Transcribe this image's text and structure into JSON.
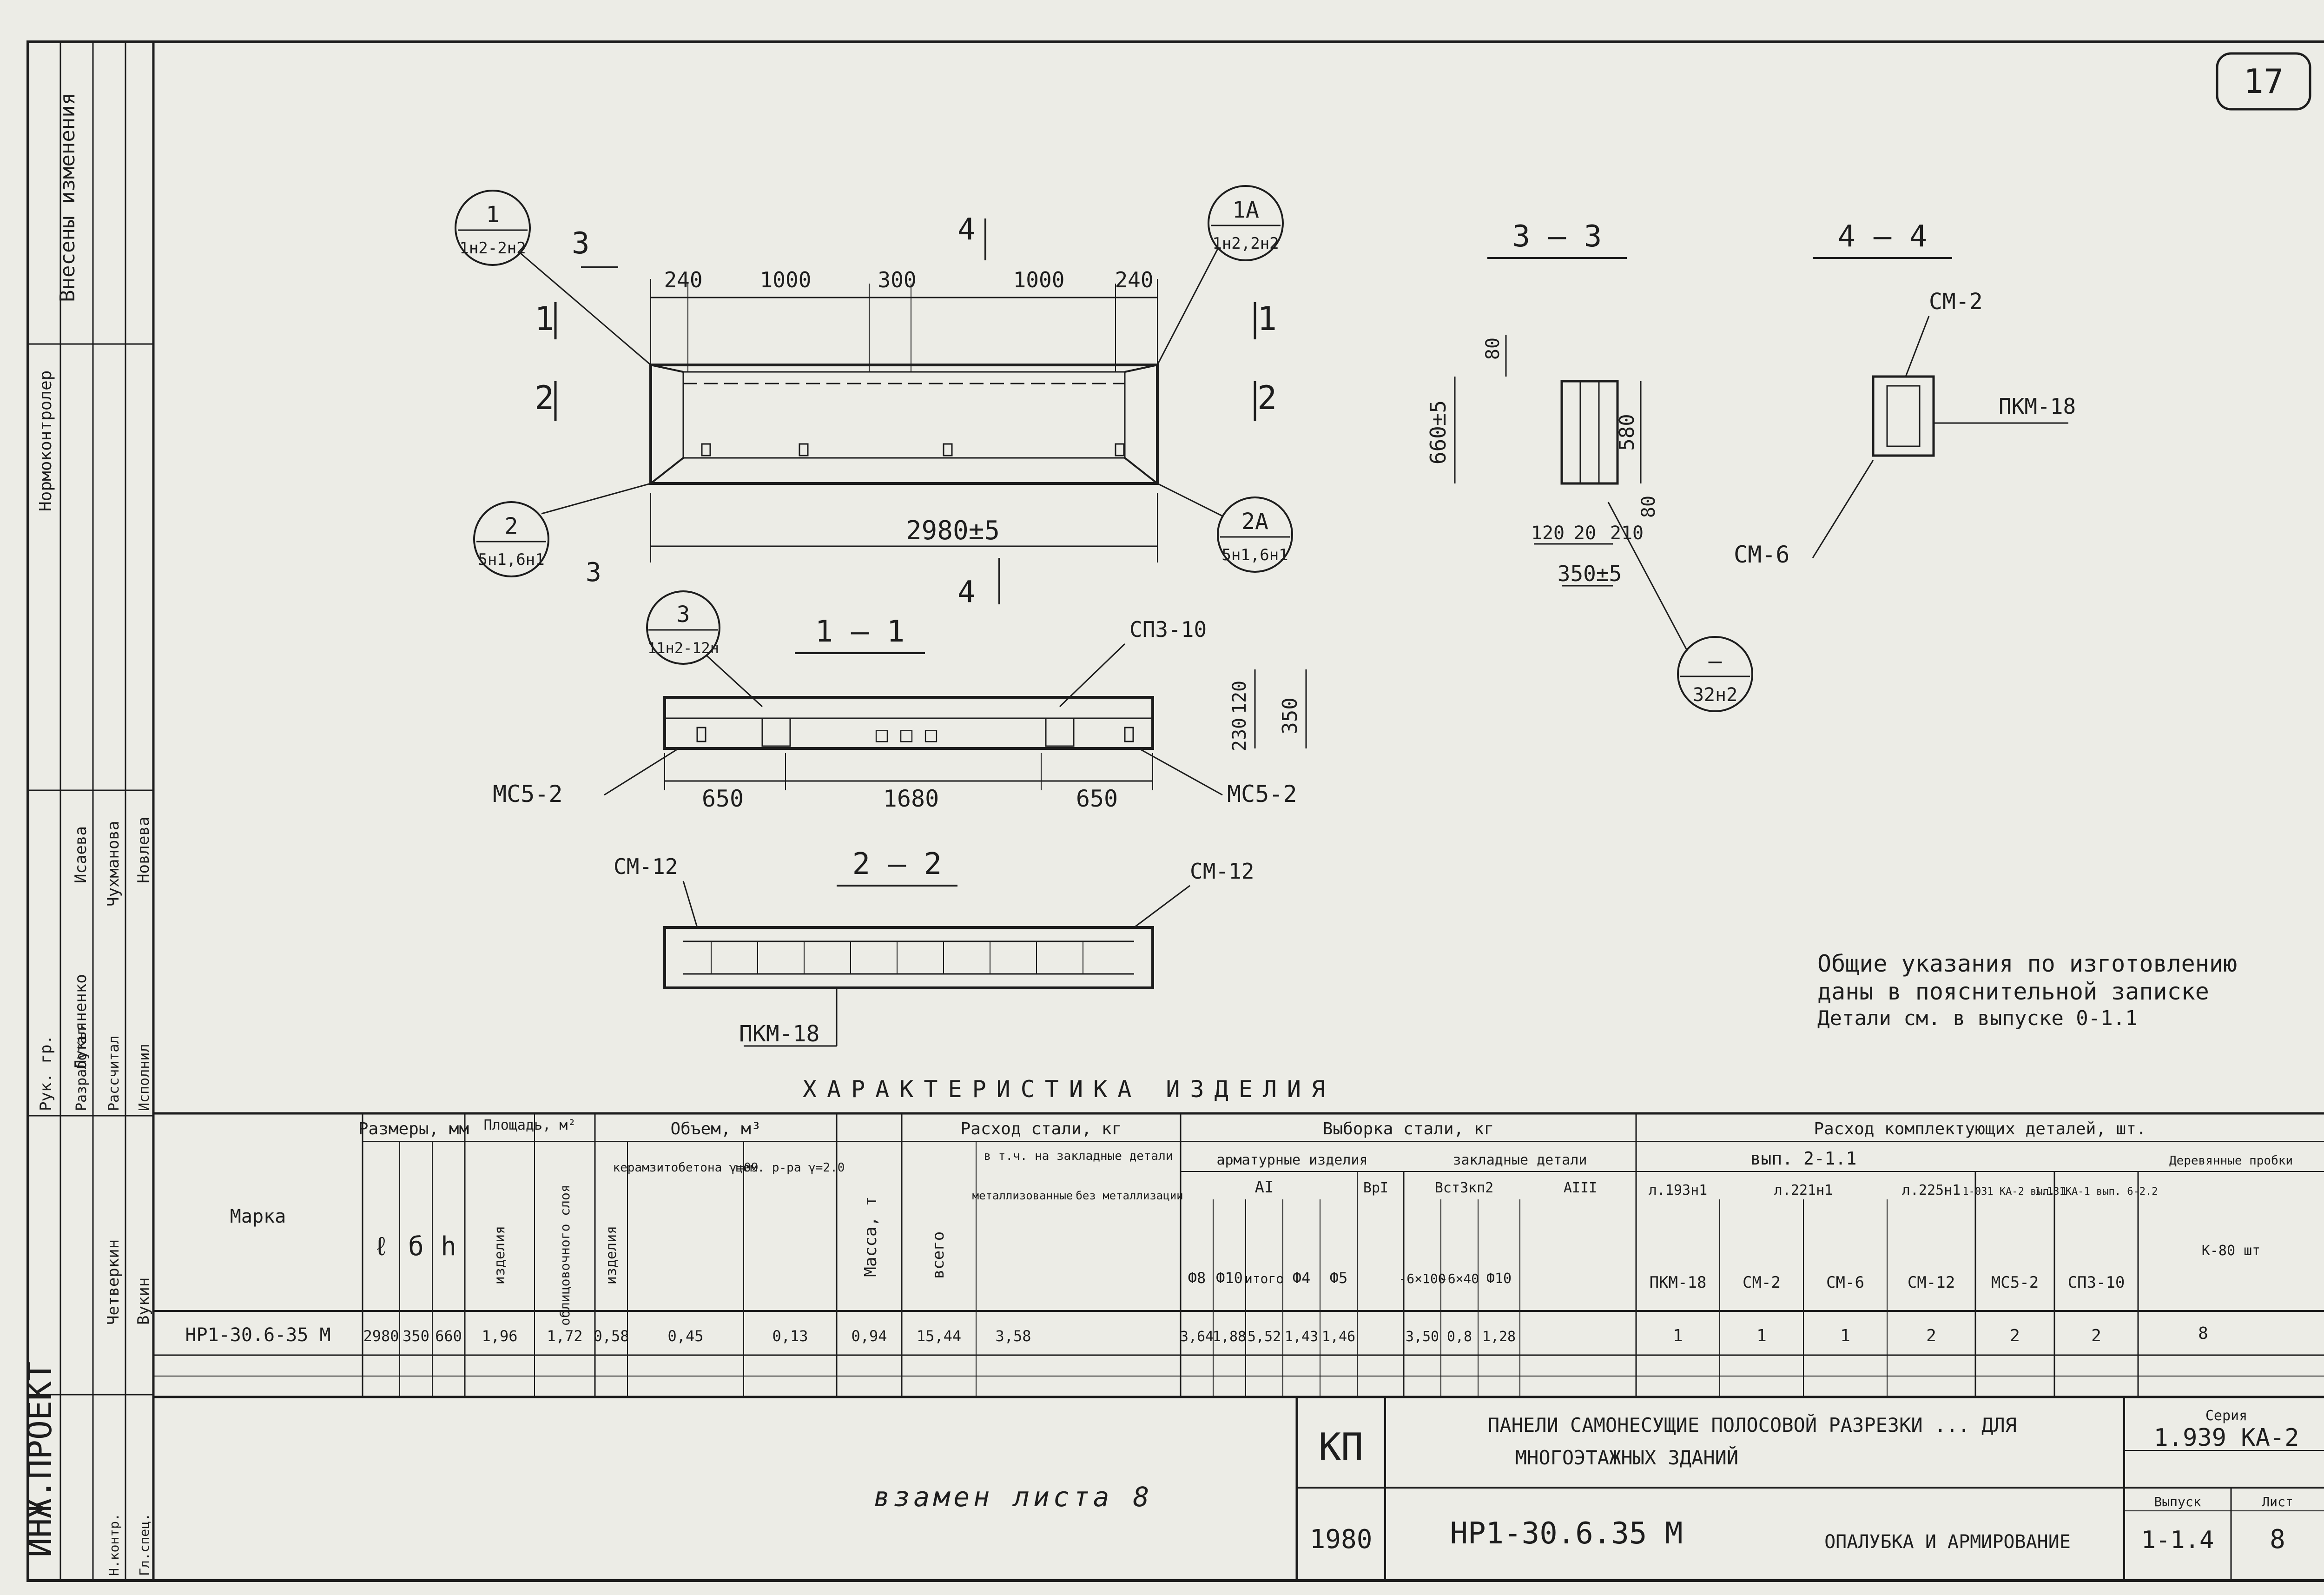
{
  "sheet_number": "17",
  "stamp": "КП",
  "year": "1980",
  "series_label": "Серия",
  "series": "1.939 КА-2",
  "issue_label": "Выпуск",
  "issue": "1-1.4",
  "sheet_label": "Лист",
  "sheet_value": "8",
  "title_line1": "ПАНЕЛИ САМОНЕСУЩИЕ ПОЛОСОВОЙ РАЗРЕЗКИ ... ДЛЯ",
  "title_line2": "МНОГОЭТАЖНЫХ ЗДАНИЙ",
  "mark": "НР1-30.6.35 М",
  "drawing_name": "ОПАЛУБКА И АРМИРОВАНИЕ",
  "replacement_note": "взамен листа 8",
  "general_note": [
    "Общие указания по изготовлению",
    "даны в пояснительной записке",
    "Детали см. в выпуске 0-1.1"
  ],
  "drawing": {
    "section_3": "3",
    "section_4": "4",
    "section_1": "1",
    "section_2": "2",
    "section_11": "1 — 1",
    "section_22": "2 — 2",
    "section_33": "3 — 3",
    "section_44": "4 — 4",
    "dims_top": [
      "240",
      "1000",
      "300",
      "1000",
      "240"
    ],
    "dim_length": "2980±5",
    "dims_plan": [
      "650",
      "1680",
      "650"
    ],
    "dim_h_total": "350",
    "dim_h_a": "120",
    "dim_h_b": "230",
    "dim_660": "660±5",
    "dim_80a": "80",
    "dim_580": "580",
    "dim_80b": "80",
    "dim_120": "120",
    "dim_20": "20",
    "dim_210": "210",
    "dim_350": "350±5",
    "callouts": [
      {
        "top": "1",
        "bottom": "1н2-2н2"
      },
      {
        "top": "1А",
        "bottom": "1н2,2н2"
      },
      {
        "top": "2",
        "bottom": "5н1,6н1"
      },
      {
        "top": "2А",
        "bottom": "5н1,6н1"
      },
      {
        "top": "3",
        "bottom": "11н2-12н"
      },
      {
        "top": "—",
        "bottom": "32н2"
      }
    ],
    "labels": {
      "sp3": "СП3-10",
      "mc5_left": "МС5-2",
      "mc5_right": "МС5-2",
      "cm12_left": "СМ-12",
      "cm12_right": "СМ-12",
      "pkm_bottom": "ПКМ-18",
      "cm2": "СМ-2",
      "pkm_right": "ПКМ-18",
      "cm6": "СМ-6"
    }
  },
  "left_stamp": {
    "org_label": "ИНЖ.ПРОЕКТ",
    "heading": "Внесены изменения",
    "role_labels": [
      "Нормоконтролер",
      "Рук. гр.",
      "Разработал",
      "Рассчитал",
      "Исполнил",
      "Н.контр.",
      "Гл.спец."
    ],
    "names": [
      "Исаева",
      "Чухманова",
      "Новлева",
      "Лукьяненко",
      "Четверкин",
      "Вукин"
    ]
  },
  "table": {
    "title": "ХАРАКТЕРИСТИКА ИЗДЕЛИЯ",
    "mark_header": "Марка",
    "dimensions_header": "Размеры, мм",
    "dim_cols": [
      "ℓ",
      "б",
      "h"
    ],
    "area_header": "Площадь, м²",
    "area_cols": [
      "изделия",
      "облицовочного слоя"
    ],
    "volume_header": "Объем, м³",
    "volume_cols": [
      "изделия",
      "керамзитобетона γ=09",
      "γ=",
      "цем. р-ра γ=2.0"
    ],
    "mass_header": "Масса, т",
    "steel_header": "Расход стали, кг",
    "steel_cols": [
      "всего",
      "в т.ч. на закладные детали",
      "металлизованные",
      "без металлизации"
    ],
    "selection_header": "Выборка стали, кг",
    "rebar_header": "арматурные изделия",
    "rebar_class_a1": "АI",
    "rebar_class_v1": "ВрI",
    "rebar_cols": [
      "Ф8",
      "Ф10",
      "итого",
      "Ф4",
      "Ф5"
    ],
    "embed_header": "закладные детали",
    "embed_cols": [
      "Вст3кп2",
      "АIII"
    ],
    "embed_subcols": [
      "-6×100",
      "-6×40",
      "Ф10"
    ],
    "parts_header": "Расход комплектующих деталей, шт.",
    "parts_issue": "вып. 2-1.1",
    "parts_sheets": [
      "л.193н1",
      "л.221н1",
      "л.225н1"
    ],
    "parts_cols": [
      "ПКМ-18",
      "СМ-2",
      "СМ-6",
      "СМ-12",
      "МС5-2",
      "СП3-10"
    ],
    "parts_series": [
      "1-031 КА-2 вып. 1",
      "1.131КА-1 вып. 6-2.2"
    ],
    "wood_header": "Деревянные пробки",
    "wood_sub": "К-80 шт",
    "row": {
      "mark": "НР1-30.6-35 М",
      "l": "2980",
      "b": "350",
      "h": "660",
      "area_product": "1,96",
      "area_facing": "1,72",
      "vol_product": "0,58",
      "vol_keramzit": "0,45",
      "vol_mortar": "0,13",
      "mass": "0,94",
      "steel_total": "15,44",
      "steel_embed": "3,58",
      "f8": "3,64",
      "f10": "1,88",
      "itogo": "5,52",
      "f4": "1,43",
      "f5": "1,46",
      "embed_a": "3,50",
      "embed_b": "0,8",
      "embed_c": "1,28",
      "parts": [
        "1",
        "1",
        "1",
        "2",
        "2",
        "2"
      ],
      "wood": "8"
    }
  }
}
